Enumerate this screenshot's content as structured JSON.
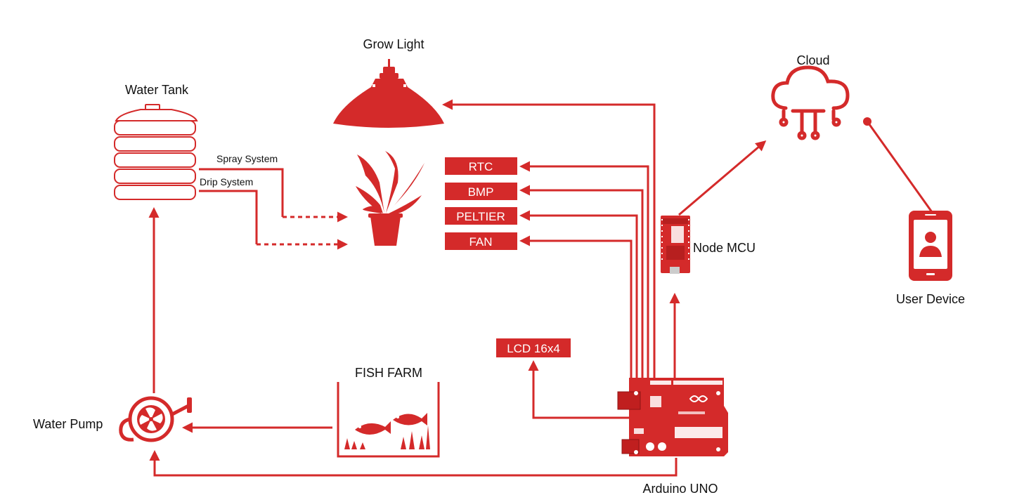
{
  "colors": {
    "accent": "#d42a2a",
    "text": "#111111",
    "background": "#ffffff"
  },
  "labels": {
    "grow_light": "Grow Light",
    "water_tank": "Water Tank",
    "cloud": "Cloud",
    "spray_system": "Spray System",
    "drip_system": "Drip System",
    "node_mcu": "Node MCU",
    "user_device": "User Device",
    "fish_farm": "FISH FARM",
    "water_pump": "Water Pump",
    "arduino_uno": "Arduino UNO"
  },
  "modules": {
    "rtc": "RTC",
    "bmp": "BMP",
    "peltier": "PELTIER",
    "fan": "FAN",
    "lcd": "LCD 16x4"
  },
  "icons": [
    "grow-light-icon",
    "water-tank-icon",
    "plant-icon",
    "cloud-icon",
    "node-mcu-board-icon",
    "user-device-icon",
    "fish-tank-icon",
    "water-pump-icon",
    "arduino-board-icon"
  ]
}
